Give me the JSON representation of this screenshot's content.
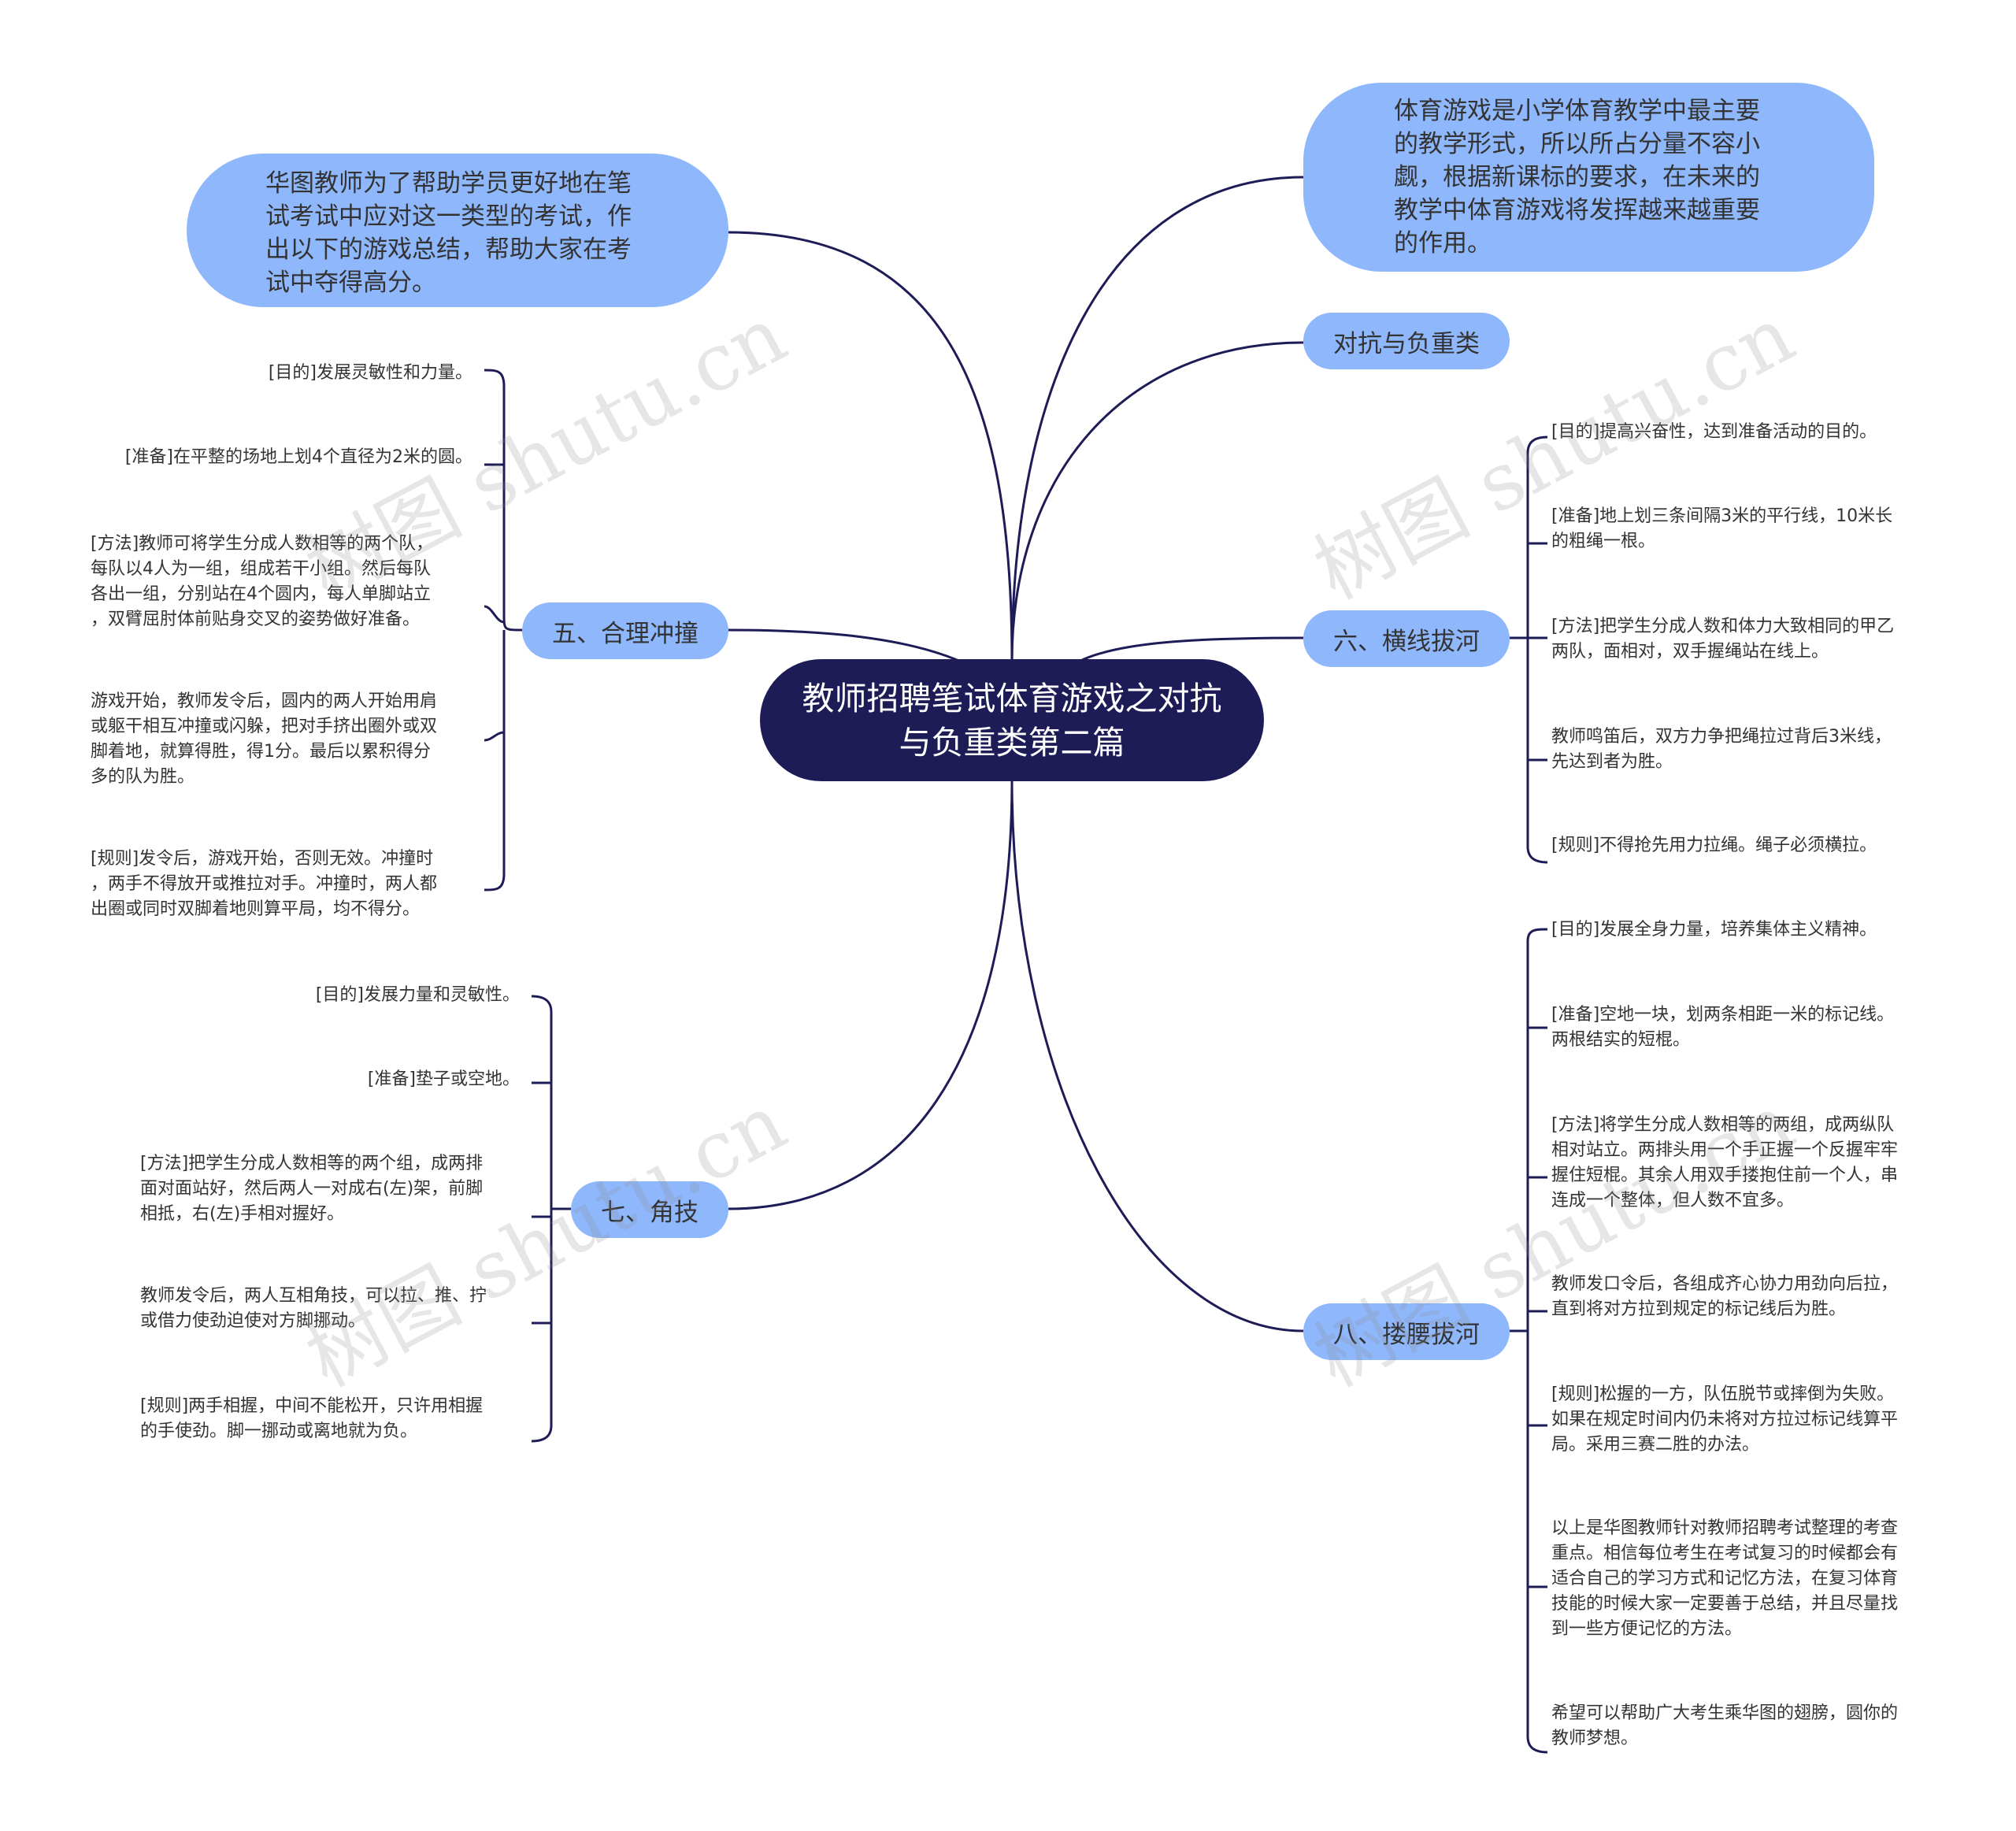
{
  "central": "教师招聘笔试体育游戏之对抗与负重类第二篇",
  "intro_left": "华图教师为了帮助学员更好地在笔试考试中应对这一类型的考试，作出以下的游戏总结，帮助大家在考试中夺得高分。",
  "intro_right": "体育游戏是小学体育教学中最主要的教学形式，所以所占分量不容小觑，根据新课标的要求，在未来的教学中体育游戏将发挥越来越重要的作用。",
  "category": "对抗与负重类",
  "branch5": {
    "title": "五、合理冲撞",
    "items": [
      "[目的]发展灵敏性和力量。",
      "[准备]在平整的场地上划4个直径为2米的圆。",
      "[方法]教师可将学生分成人数相等的两个队，\n每队以4人为一组，组成若干小组。然后每队\n各出一组，分别站在4个圆内，每人单脚站立\n，双臂屈肘体前贴身交叉的姿势做好准备。",
      "游戏开始，教师发令后，圆内的两人开始用肩\n或躯干相互冲撞或闪躲，把对手挤出圈外或双\n脚着地，就算得胜，得1分。最后以累积得分\n多的队为胜。",
      "[规则]发令后，游戏开始，否则无效。冲撞时\n，两手不得放开或推拉对手。冲撞时，两人都\n出圈或同时双脚着地则算平局，均不得分。"
    ]
  },
  "branch6": {
    "title": "六、横线拔河",
    "items": [
      "[目的]提高兴奋性，达到准备活动的目的。",
      "[准备]地上划三条间隔3米的平行线，10米长\n的粗绳一根。",
      "[方法]把学生分成人数和体力大致相同的甲乙\n两队，面相对，双手握绳站在线上。",
      "教师鸣笛后，双方力争把绳拉过背后3米线，\n先达到者为胜。",
      "[规则]不得抢先用力拉绳。绳子必须横拉。"
    ]
  },
  "branch7": {
    "title": "七、角技",
    "items": [
      "[目的]发展力量和灵敏性。",
      "[准备]垫子或空地。",
      "[方法]把学生分成人数相等的两个组，成两排\n面对面站好，然后两人一对成右(左)架，前脚\n相抵，右(左)手相对握好。",
      "教师发令后，两人互相角技，可以拉、推、拧\n或借力使劲迫使对方脚挪动。",
      "[规则]两手相握，中间不能松开，只许用相握\n的手使劲。脚一挪动或离地就为负。"
    ]
  },
  "branch8": {
    "title": "八、搂腰拔河",
    "items": [
      "[目的]发展全身力量，培养集体主义精神。",
      "[准备]空地一块，划两条相距一米的标记线。\n两根结实的短棍。",
      "[方法]将学生分成人数相等的两组，成两纵队\n相对站立。两排头用一个手正握一个反握牢牢\n握住短棍。其余人用双手搂抱住前一个人，串\n连成一个整体，但人数不宜多。",
      "教师发口令后，各组成齐心协力用劲向后拉，\n直到将对方拉到规定的标记线后为胜。",
      "[规则]松握的一方，队伍脱节或摔倒为失败。\n如果在规定时间内仍未将对方拉过标记线算平\n局。采用三赛二胜的办法。",
      "以上是华图教师针对教师招聘考试整理的考查\n重点。相信每位考生在考试复习的时候都会有\n适合自己的学习方式和记忆方法，在复习体育\n技能的时候大家一定要善于总结，并且尽量找\n到一些方便记忆的方法。",
      "希望可以帮助广大考生乘华图的翅膀，圆你的\n教师梦想。"
    ]
  },
  "watermark": "树图 shutu.cn",
  "colors": {
    "central_bg": "#1e1c57",
    "node_bg": "#8fb7fb",
    "line": "#1e1c57"
  }
}
